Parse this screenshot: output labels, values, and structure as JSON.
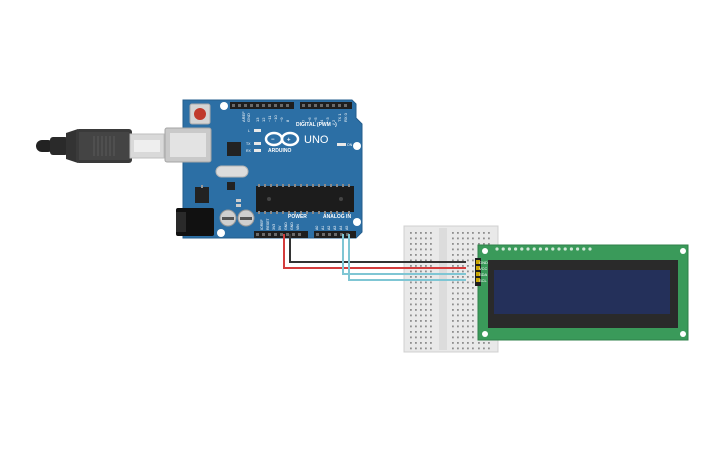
{
  "arduino": {
    "logo": "UNO",
    "brand": "ARDUINO",
    "digital_header": "DIGITAL (PWM ~)",
    "power_label": "POWER",
    "analog_label": "ANALOG IN",
    "aref": "AREF",
    "gnd": "GND",
    "l_led": "L",
    "tx_led": "TX",
    "rx_led": "RX",
    "on_led": "ON",
    "ioref": "IOREF",
    "reset": "RESET",
    "v33": "3V3",
    "v5": "5V",
    "gnd1": "GND",
    "gnd2": "GND",
    "vin": "VIN",
    "a0": "A0",
    "a1": "A1",
    "a2": "A2",
    "a3": "A3",
    "a4": "A4",
    "a5": "A5",
    "board_color": "#2c6fa5",
    "digital_pins": [
      "13",
      "12",
      "~11",
      "~10",
      "~9",
      "8",
      "7",
      "~6",
      "~5",
      "4",
      "~3",
      "2",
      "TX 1",
      "RX 0"
    ]
  },
  "lcd": {
    "pins": [
      "GND",
      "VCC",
      "SDA",
      "SCL"
    ],
    "pcb_color": "#3a9a5a",
    "screen_color": "#24305a"
  },
  "wires": {
    "gnd_color": "#333333",
    "vcc_color": "#d43c3c",
    "i2c_color": "#7fc6d4"
  },
  "icons": [
    "usb-cable-icon",
    "arduino-infinity-logo-icon"
  ]
}
